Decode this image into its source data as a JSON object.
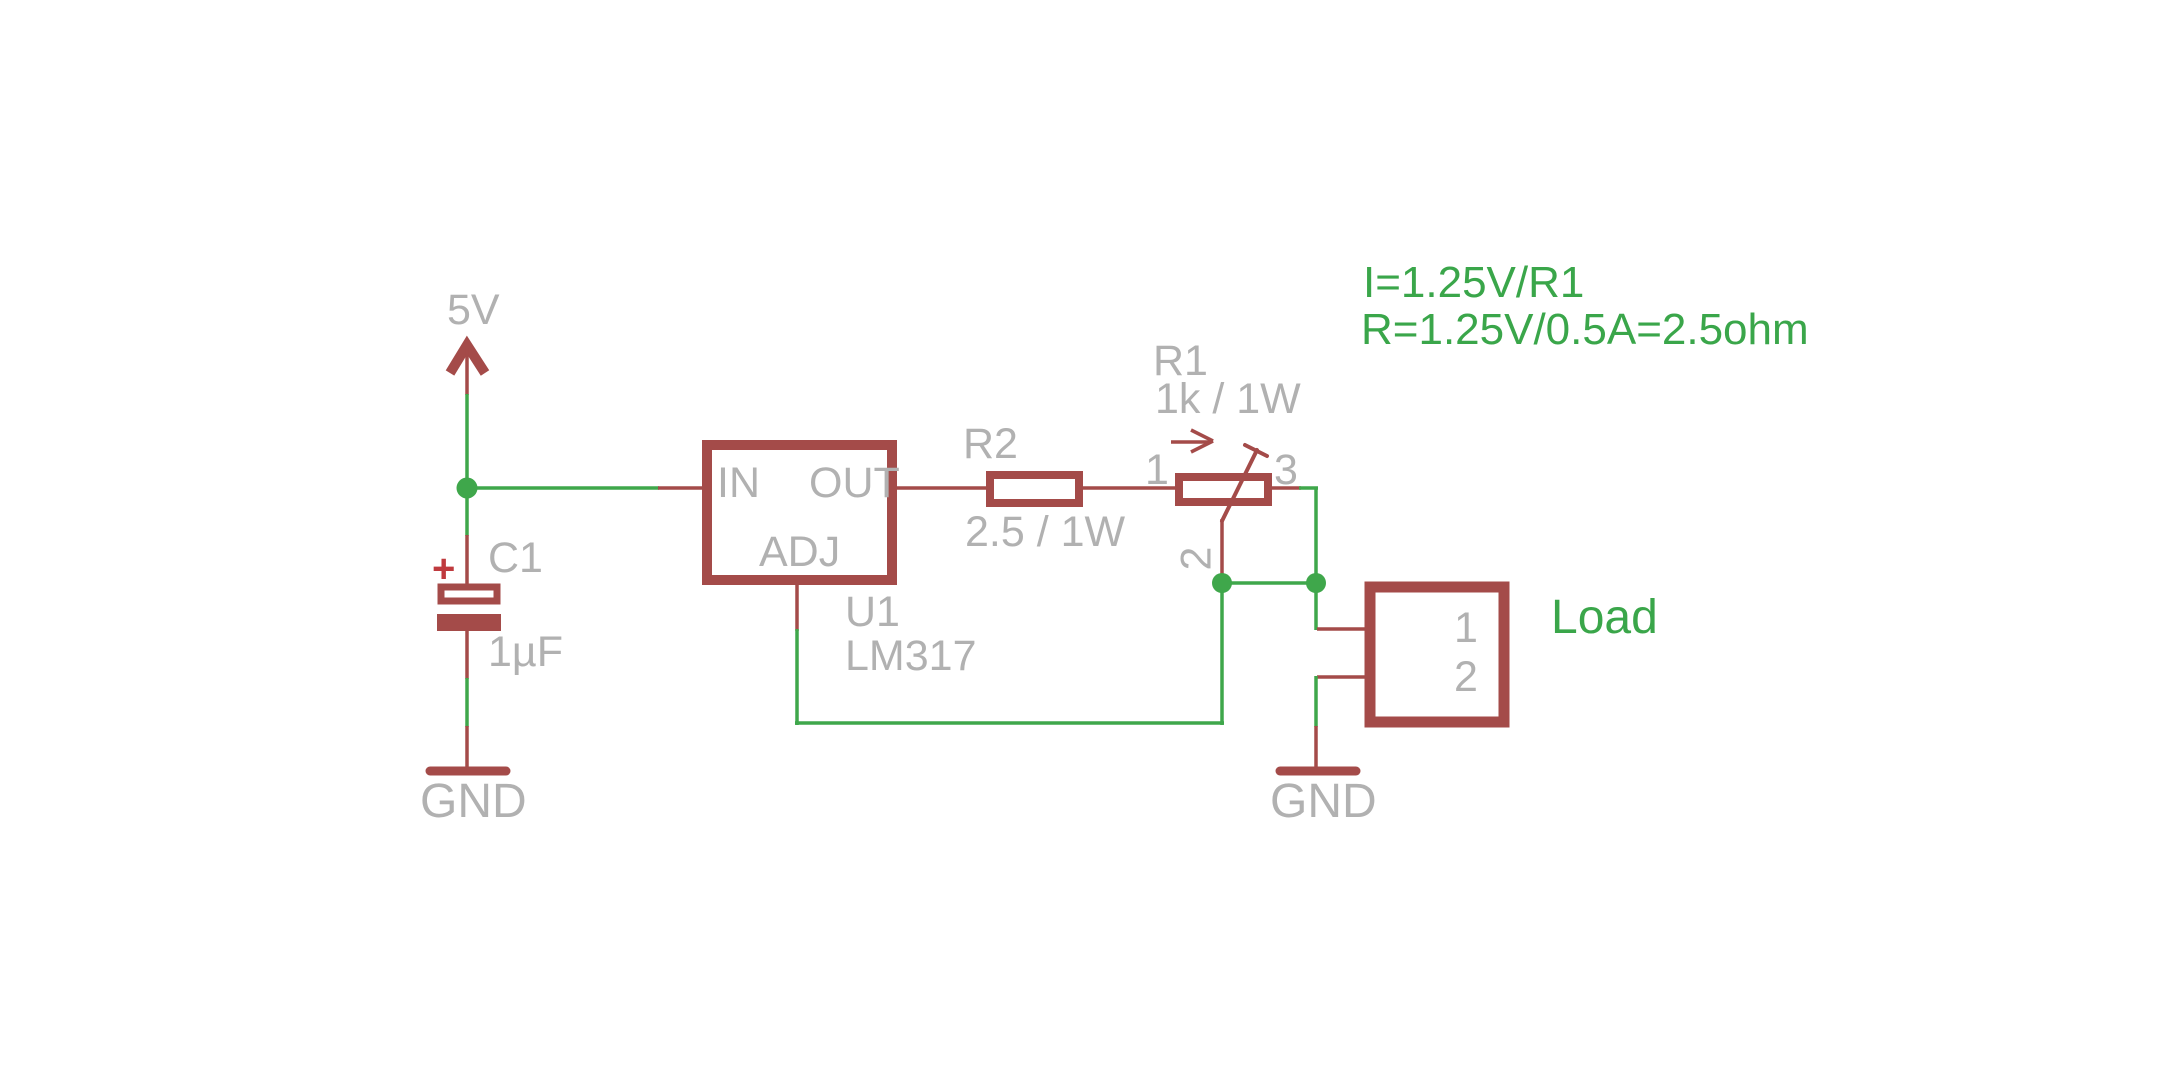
{
  "colors": {
    "outline_red": "#a44b49",
    "wire_green": "#3fa74b",
    "label_gray": "#b1b1b1",
    "annotation_green": "#3aa64a",
    "plus_red": "#bf3a3e",
    "bg": "#ffffff"
  },
  "power": {
    "label": "5V"
  },
  "capacitor": {
    "ref": "C1",
    "value": "1µF",
    "polarity": "+"
  },
  "regulator": {
    "ref": "U1",
    "part": "LM317",
    "pin_in": "IN",
    "pin_out": "OUT",
    "pin_adj": "ADJ"
  },
  "resistor": {
    "ref": "R2",
    "value": "2.5 / 1W"
  },
  "potentiometer": {
    "ref": "R1",
    "value": "1k / 1W",
    "pin1": "1",
    "pin2": "2",
    "pin3": "3"
  },
  "load": {
    "label": "Load",
    "pin1": "1",
    "pin2": "2"
  },
  "ground_left": {
    "label": "GND"
  },
  "ground_right": {
    "label": "GND"
  },
  "annotation": {
    "line1": "I=1.25V/R1",
    "line2": "R=1.25V/0.5A=2.5ohm"
  }
}
